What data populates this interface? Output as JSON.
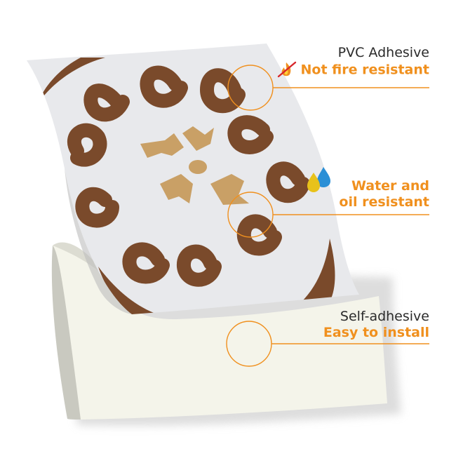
{
  "features": [
    {
      "title": "PVC Adhesive",
      "subtitle": "Not fire resistant",
      "icon": "no-fire-icon"
    },
    {
      "title": "",
      "subtitle_line1": "Water and",
      "subtitle_line2": "oil resistant",
      "icon": "water-oil-drops-icon"
    },
    {
      "title": "Self-adhesive",
      "subtitle": "Easy to install",
      "icon": ""
    }
  ],
  "colors": {
    "accent": "#f0901e",
    "pattern_brown": "#7a4a2b",
    "pattern_tan": "#c9a066",
    "sticker_face": "#e8e9ec",
    "backing_paper": "#f4f4ea"
  }
}
